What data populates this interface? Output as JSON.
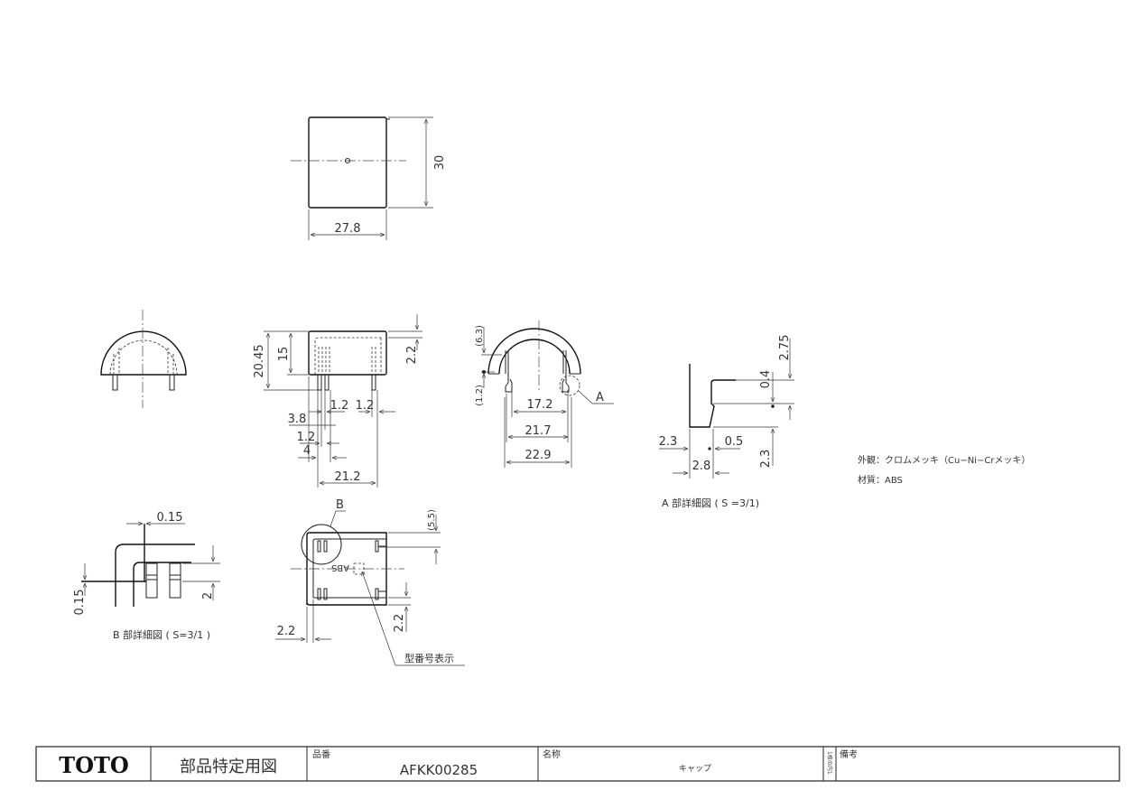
{
  "title_block": {
    "logo": "TOTO",
    "doc_type": "部品特定用図",
    "part_no_label": "品番",
    "part_no": "AFKK00285",
    "name_label": "名称",
    "name": "キャップ",
    "sheet": "1枚の内1",
    "remarks_label": "備考"
  },
  "top_view": {
    "height": "30",
    "width": "27.8"
  },
  "front_view": {
    "dims": {
      "total_height": "20.45",
      "body_height": "15",
      "top": "2.2",
      "leg_w1": "1.2",
      "leg_w2": "1.2",
      "offset1": "3.8",
      "leg_w3": "1.2",
      "offset2": "4",
      "span": "21.2"
    }
  },
  "side_view": {
    "dims": {
      "d63": "(6.3)",
      "d12": "(1.2)",
      "inner": "17.2",
      "mid": "21.7",
      "outer": "22.9"
    },
    "callout": "A"
  },
  "detail_a": {
    "title": "A 部詳細図 ( S =3/1)",
    "dims": {
      "h275": "2.75",
      "h04": "0.4",
      "w23": "2.3",
      "w05": "0.5",
      "w28": "2.8",
      "h23": "2.3"
    }
  },
  "detail_b": {
    "title": "B 部詳細図 ( S=3/1 )",
    "dims": {
      "top015": "0.15",
      "left015": "0.15",
      "h2": "2"
    }
  },
  "bottom_view": {
    "callout": "B",
    "dims": {
      "d55": "(5.5)",
      "w22": "2.2",
      "h22": "2.2"
    },
    "mark_text": "ABS",
    "model_label": "型番号表示"
  },
  "notes": {
    "finish": "外観：クロムメッキ（Cu−Ni−Crメッキ）",
    "material": "材質：ABS"
  }
}
